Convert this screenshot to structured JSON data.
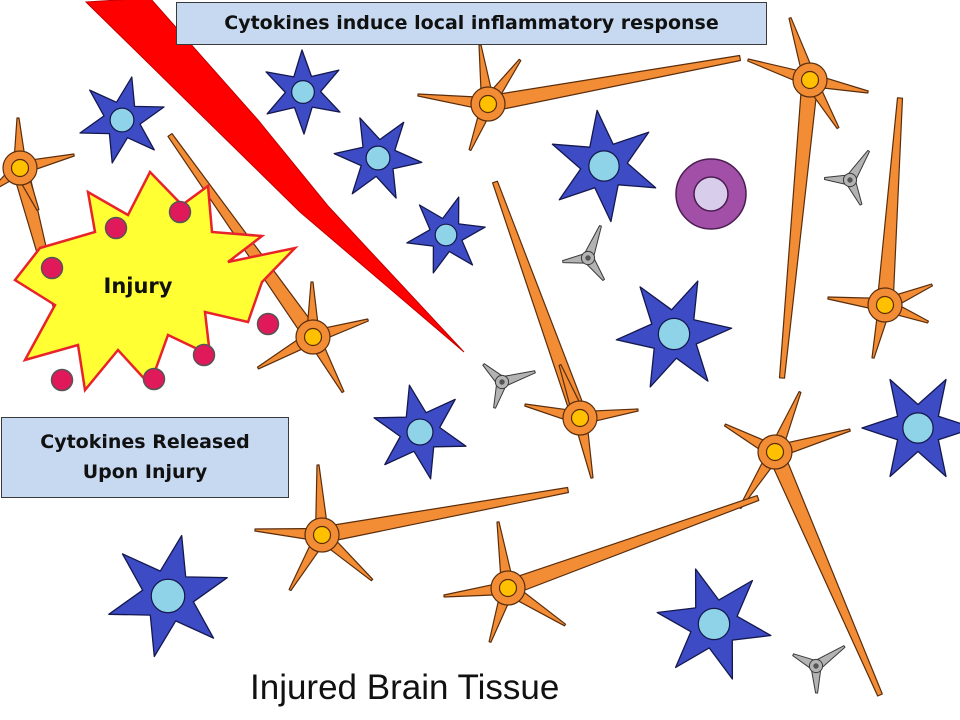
{
  "labels": {
    "top": "Cytokines induce local inflammatory response",
    "side_line1": "Cytokines Released",
    "side_line2": "Upon Injury",
    "injury": "Injury",
    "tissue": "Injured Brain Tissue"
  },
  "colors": {
    "neuron": "#f28c35",
    "neuron_nucleus": "#ffc000",
    "astrocyte": "#3d4bc4",
    "astrocyte_nucleus": "#8fd3e8",
    "microglia": "#b3b3b3",
    "immune_cell": "#a24fa8",
    "injury_burst": "#ffff33",
    "injury_outline": "#e8242a",
    "cytokine": "#e0195b",
    "arrow": "#ff0000",
    "label_box": "#c6d9f1"
  },
  "icons": {
    "neuron": "neuron-icon",
    "astrocyte": "astrocyte-icon",
    "microglia": "microglia-icon",
    "immune_cell": "immune-cell-icon",
    "cytokine": "cytokine-dot-icon",
    "injury": "injury-burst-icon",
    "arrow": "red-arrow-icon"
  }
}
